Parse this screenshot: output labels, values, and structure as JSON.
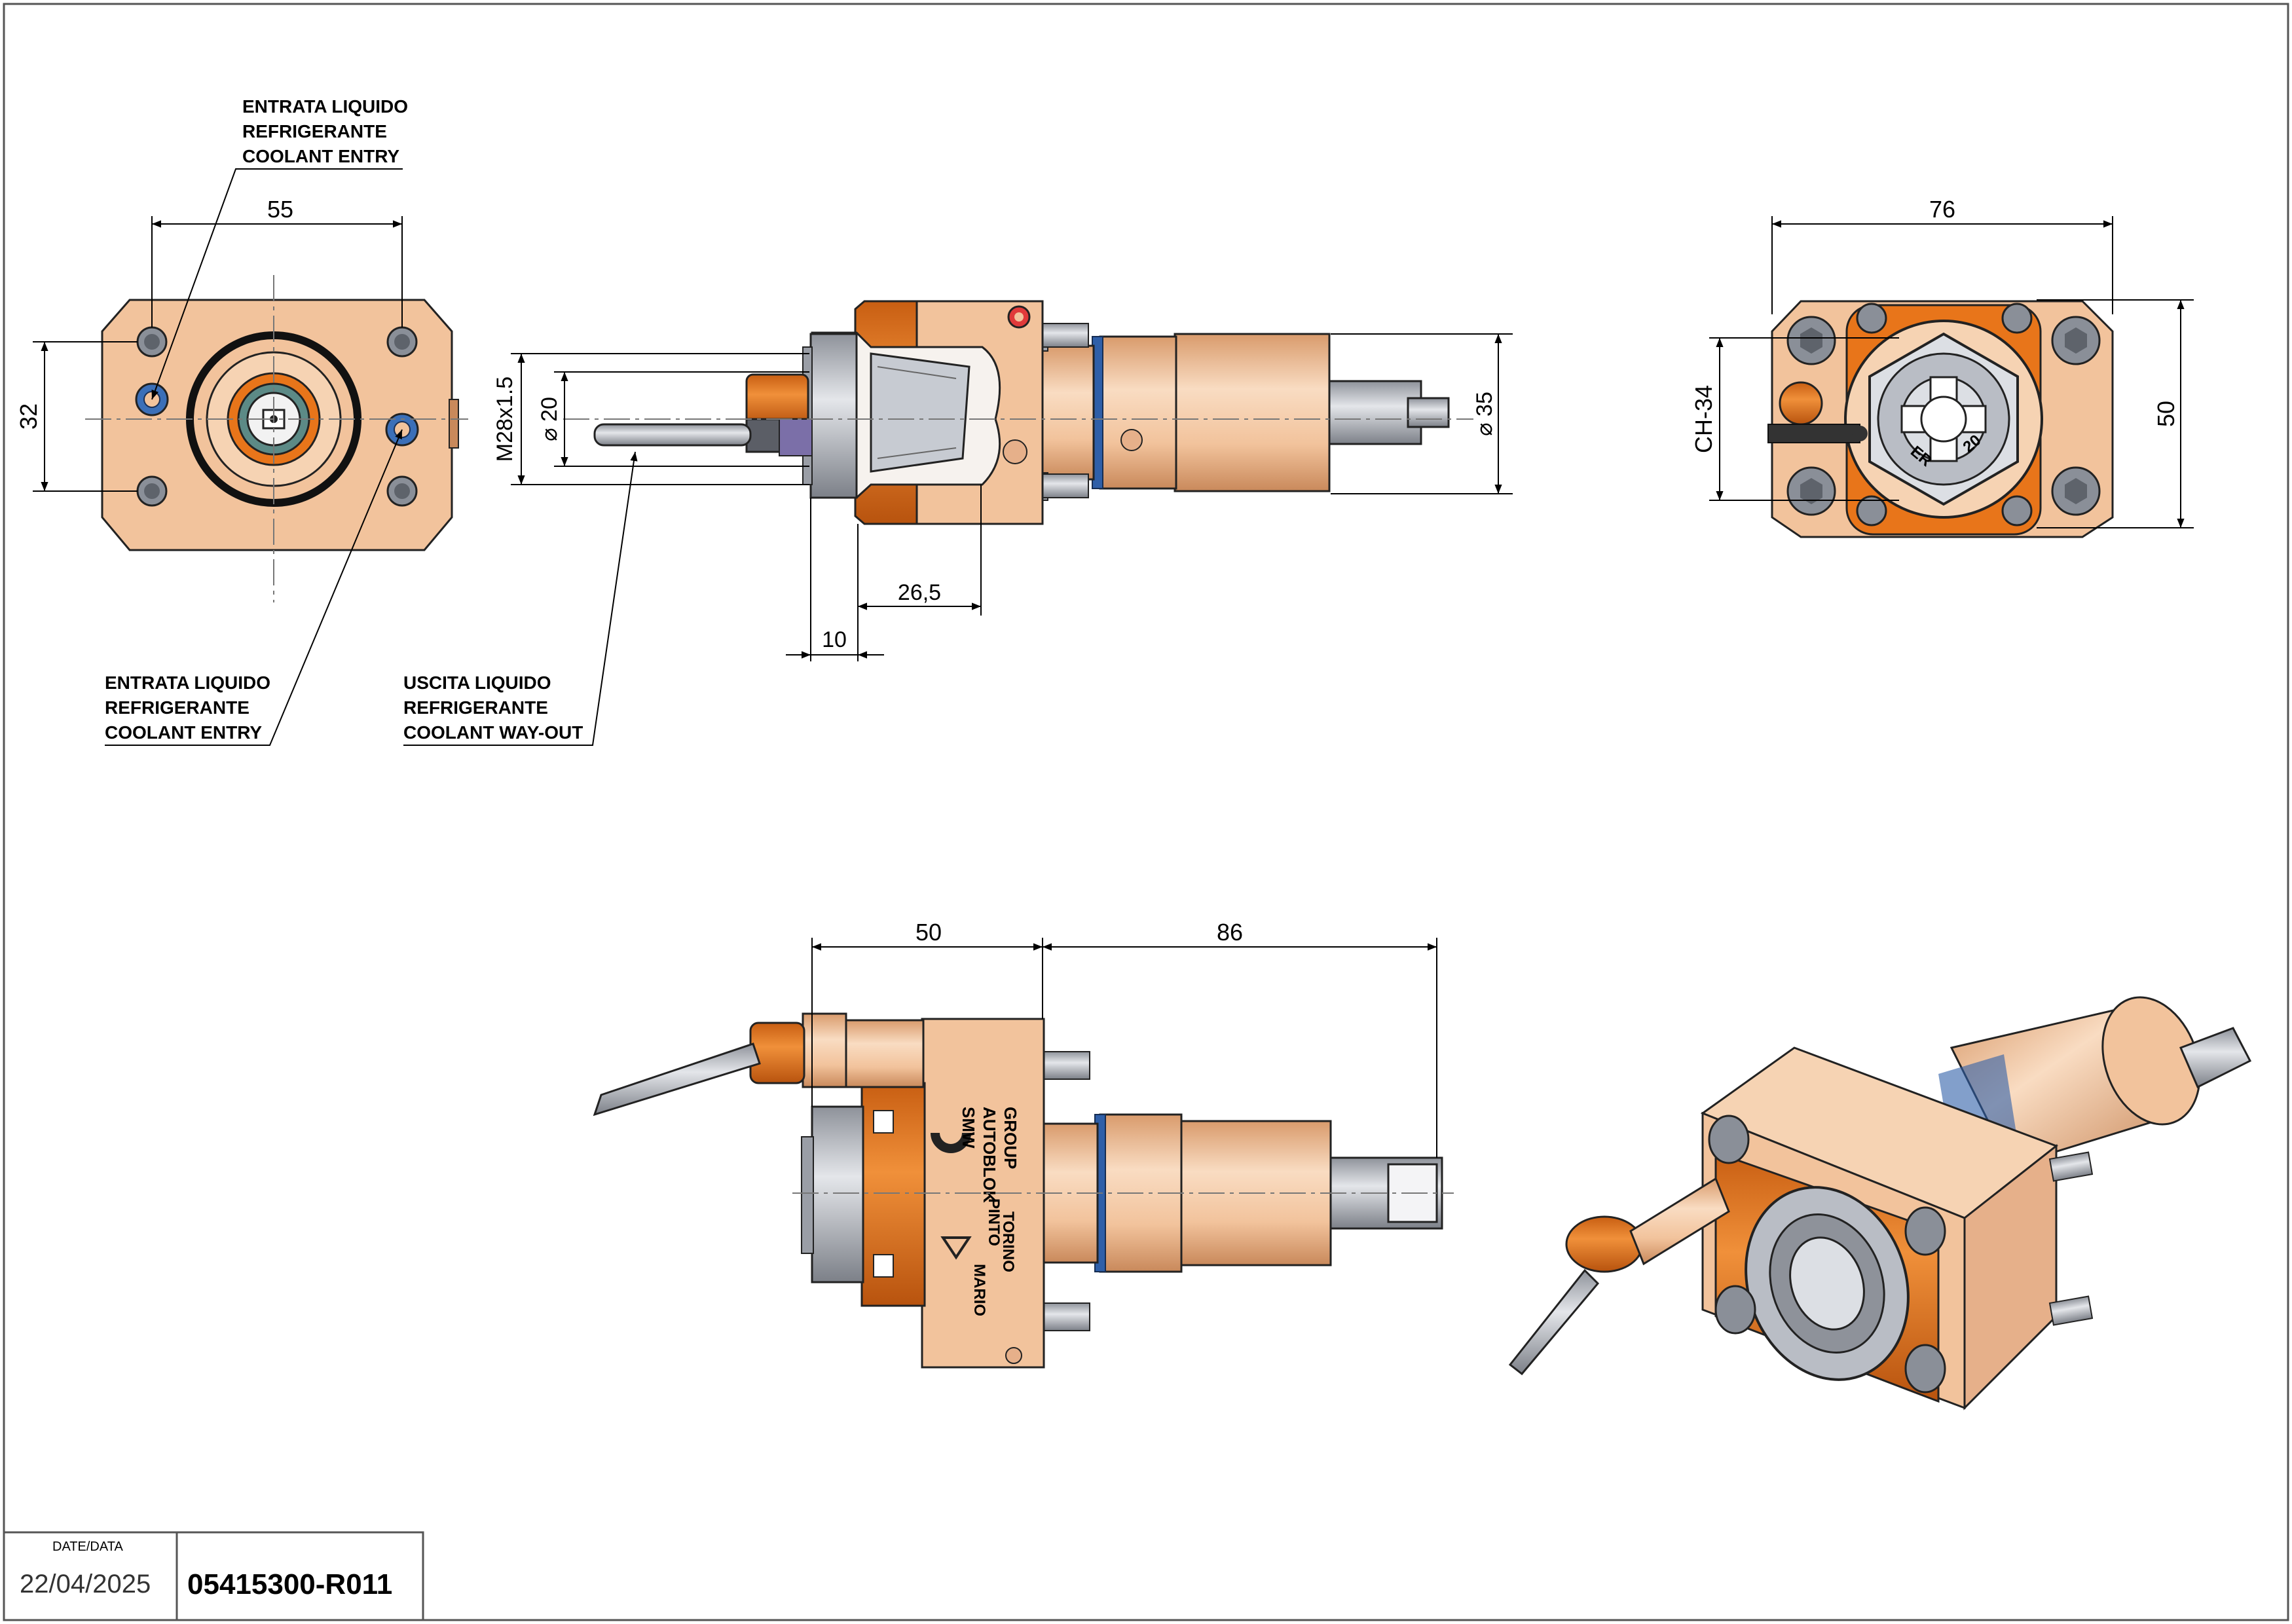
{
  "callouts": {
    "coolant_entry_top": [
      "ENTRATA LIQUIDO",
      "REFRIGERANTE",
      "COOLANT ENTRY"
    ],
    "coolant_entry_bottom": [
      "ENTRATA LIQUIDO",
      "REFRIGERANTE",
      "COOLANT ENTRY"
    ],
    "coolant_wayout": [
      "USCITA LIQUIDO",
      "REFRIGERANTE",
      "COOLANT WAY-OUT"
    ]
  },
  "dimensions": {
    "front_width": "55",
    "front_height": "32",
    "thread": "M28x1.5",
    "dia_20": "⌀ 20",
    "dia_35": "⌀ 35",
    "len_26_5": "26,5",
    "len_10": "10",
    "rear_width": "76",
    "rear_height": "50",
    "wrench": "CH-34",
    "side_50": "50",
    "side_86": "86"
  },
  "markings": {
    "brand_lines": [
      "SMW",
      "AUTOBLOK",
      "GROUP"
    ],
    "maker_lines": [
      "MARIO",
      "PINTO",
      "TORINO"
    ],
    "collet_lines": [
      "ER",
      "20"
    ]
  },
  "titleblock": {
    "date_label": "DATE/DATA",
    "date": "22/04/2025",
    "part_number": "05415300-R011"
  },
  "colors": {
    "body": "#f2c39c",
    "body_shade": "#d99b6c",
    "accent_orange": "#e8751a",
    "oring_blue": "#2f5fa8",
    "steel": "#b8bcc4",
    "dark": "#3a3a3a"
  }
}
